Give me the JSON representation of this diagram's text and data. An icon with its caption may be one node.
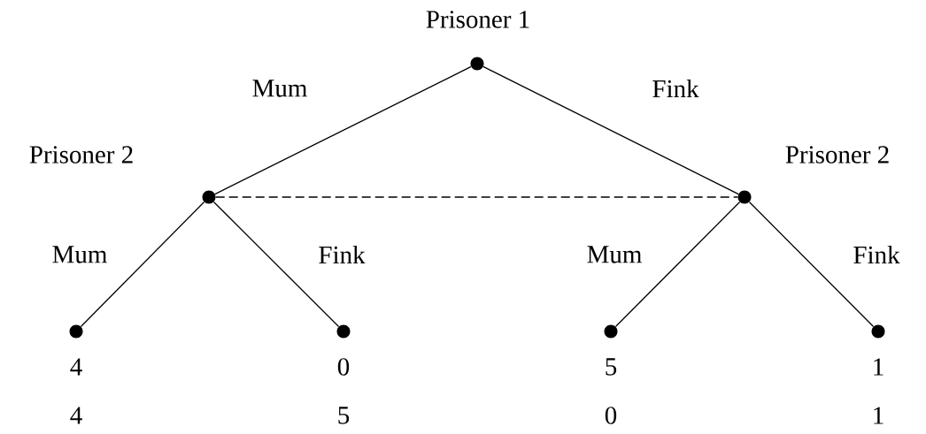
{
  "diagram": {
    "nodes": [
      {
        "text": [],
        "shape": "circle",
        "beside": [
          "Prisoner 1"
        ]
      },
      {
        "text": [],
        "shape": "circle",
        "beside": [
          "Prisoner 2"
        ]
      },
      {
        "text": [],
        "shape": "circle",
        "beside": [
          "Prisoner 2"
        ]
      },
      {
        "text": [],
        "shape": "circle",
        "beside": [
          "4",
          "4"
        ]
      },
      {
        "text": [],
        "shape": "circle",
        "beside": [
          "0",
          "5"
        ]
      },
      {
        "text": [],
        "shape": "circle",
        "beside": [
          "5",
          "0"
        ]
      },
      {
        "text": [],
        "shape": "circle",
        "beside": [
          "1",
          "1"
        ]
      }
    ],
    "edges": [
      {
        "from": 0,
        "to": 1,
        "arrow": "none",
        "label": "Mum"
      },
      {
        "from": 0,
        "to": 2,
        "arrow": "none",
        "label": "Fink"
      },
      {
        "from": 1,
        "to": 2,
        "arrow": "none",
        "style": "dashed"
      },
      {
        "from": 1,
        "to": 3,
        "arrow": "none",
        "label": "Mum"
      },
      {
        "from": 1,
        "to": 4,
        "arrow": "none",
        "label": "Fink"
      },
      {
        "from": 2,
        "to": 5,
        "arrow": "none",
        "label": "Mum"
      },
      {
        "from": 2,
        "to": 6,
        "arrow": "none",
        "label": "Fink"
      }
    ]
  }
}
